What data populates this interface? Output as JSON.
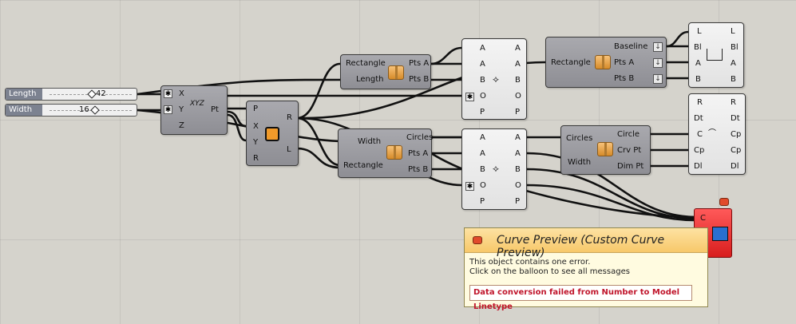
{
  "sliders": [
    {
      "label": "Length",
      "value": "42"
    },
    {
      "label": "Width",
      "value": "16"
    }
  ],
  "construct_point": {
    "inputs": [
      "X",
      "Y",
      "Z"
    ],
    "output": "Pt",
    "glyph": "XYZ"
  },
  "rectangle": {
    "inputs": [
      "P",
      "X",
      "Y",
      "R"
    ],
    "outputs": [
      "R",
      "L"
    ]
  },
  "cluster_top": {
    "inputs": [
      "Rectangle",
      "Length"
    ],
    "outputs": [
      "Pts A",
      "Pts B"
    ]
  },
  "cluster_mid": {
    "inputs": [
      "Width",
      "Rectangle"
    ],
    "outputs": [
      "Circles",
      "Pts A",
      "Pts B"
    ]
  },
  "pt_top": {
    "inputs": [
      "A",
      "A",
      "B",
      "O",
      "P"
    ],
    "outputs": [
      "A",
      "A",
      "B",
      "O",
      "P"
    ]
  },
  "pt_mid": {
    "inputs": [
      "A",
      "A",
      "B",
      "O",
      "P"
    ],
    "outputs": [
      "A",
      "A",
      "B",
      "O",
      "P"
    ]
  },
  "cluster_right_top": {
    "input": "Rectangle",
    "outputs": [
      "Baseline",
      "Pts A",
      "Pts B"
    ]
  },
  "cluster_right_mid": {
    "inputs": [
      "Circles",
      "Width"
    ],
    "outputs": [
      "Circle",
      "Crv Pt",
      "Dim Pt"
    ]
  },
  "dim_top": {
    "inputs": [
      "L",
      "Bl",
      "A",
      "B"
    ],
    "outputs": [
      "L",
      "Bl",
      "A",
      "B"
    ]
  },
  "dim_mid": {
    "inputs": [
      "R",
      "Dt",
      "C",
      "Cp",
      "Dl"
    ],
    "outputs": [
      "R",
      "Dt",
      "Cp",
      "Cp",
      "Dl"
    ]
  },
  "red_comp": {
    "input": "C"
  },
  "tooltip": {
    "title": "Curve Preview (Custom Curve Preview)",
    "line1": "This object contains one error.",
    "line2": "Click on the balloon to see all messages",
    "error": "Data conversion failed from Number to Model Linetype"
  },
  "colors": {
    "canvas": "#d5d3cc",
    "component": "#9a9aa0",
    "error_text": "#c0152b",
    "error_component": "#e02828"
  }
}
